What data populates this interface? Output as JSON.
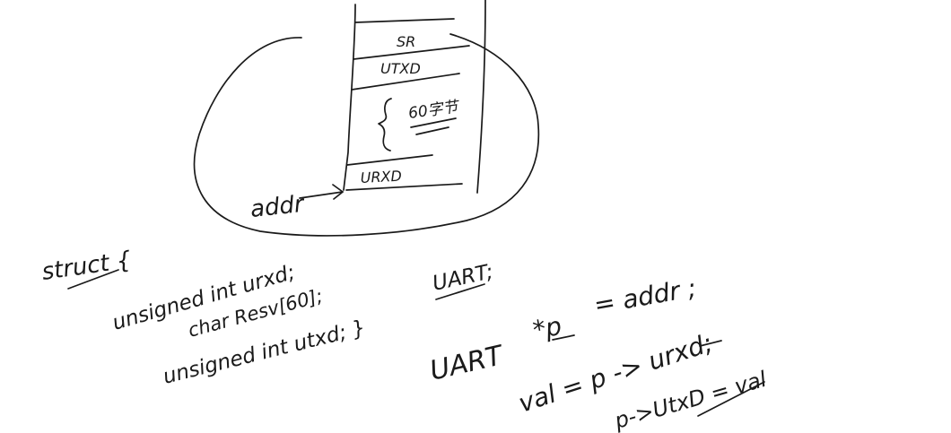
{
  "colors": {
    "background": "#ffffff",
    "ink": "#1a1a1a"
  },
  "memory_diagram": {
    "register_top": "SR",
    "register_utxd": "UTXD",
    "reserved_label": "60字节",
    "register_urxd": "URXD",
    "addr_label": "addr"
  },
  "code": {
    "struct_open": "struct {",
    "line_urxd": "unsigned int urxd;",
    "line_resv": "char Resv[60];",
    "line_utxd": "unsigned int utxd; }",
    "struct_name": "UART;",
    "ptr_decl_type": "UART",
    "ptr_decl_rest": "= addr ;",
    "ptr_star": "*p",
    "read_line": "val = p -> urxd;",
    "write_line": "p->UtxD = val"
  }
}
